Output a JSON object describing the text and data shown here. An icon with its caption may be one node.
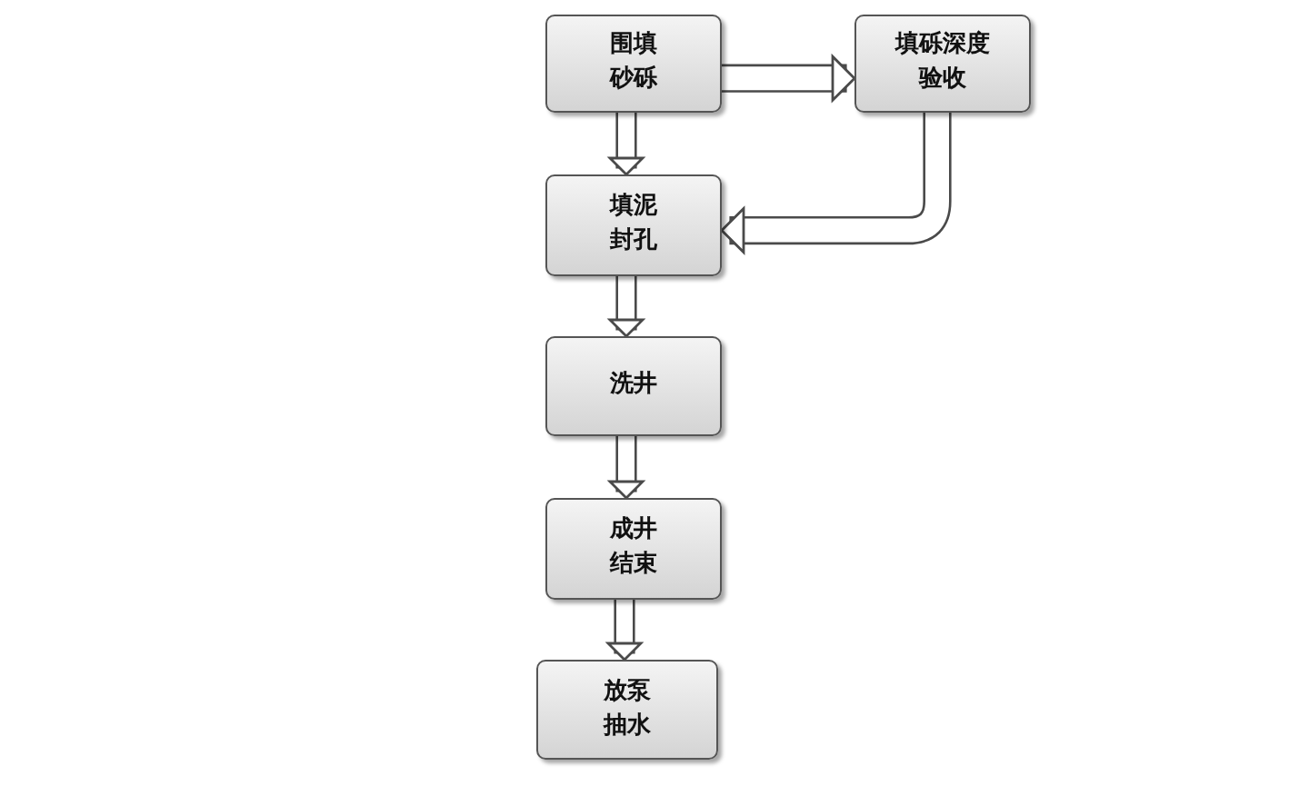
{
  "diagram": {
    "nodes": [
      {
        "text": [
          "围填砂砾"
        ]
      },
      {
        "text": [
          "填砾深度验收"
        ]
      },
      {
        "text": [
          "填泥封孔"
        ]
      },
      {
        "text": [
          "洗井"
        ]
      },
      {
        "text": [
          "成井结束"
        ]
      },
      {
        "text": [
          "放泵抽水"
        ]
      }
    ],
    "edges": [
      {
        "from": 0,
        "to": 1,
        "arrow": "to"
      },
      {
        "from": 0,
        "to": 2,
        "arrow": "to"
      },
      {
        "from": 1,
        "to": 2,
        "arrow": "to"
      },
      {
        "from": 2,
        "to": 3,
        "arrow": "to"
      },
      {
        "from": 3,
        "to": 4,
        "arrow": "to"
      },
      {
        "from": 4,
        "to": 5,
        "arrow": "to"
      }
    ]
  }
}
